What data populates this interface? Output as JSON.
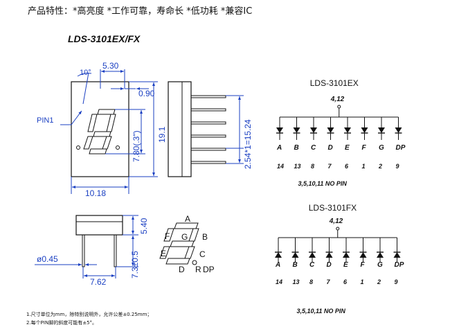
{
  "header": {
    "features": "产品特性：*高亮度 *工作可靠，寿命长 *低功耗 *兼容IC"
  },
  "diagram": {
    "model": "LDS-3101EX/FX",
    "pin1_label": "PIN1",
    "dims": {
      "angle": "10°",
      "digit_width": "5.30",
      "segment_width": "0.90",
      "height": "19.1",
      "digit_height": "7.80(.3\")",
      "width": "10.18",
      "pitch": "2.54*1=15.24",
      "base_height": "5.40",
      "pin_diameter": "ø0.45",
      "pin_length": "7.3±0.5",
      "row_spacing": "7.62"
    },
    "segments": {
      "a": "A",
      "b": "B",
      "c": "C",
      "d": "D",
      "e": "E",
      "f": "F",
      "g": "G",
      "dp": "DP",
      "r": "R"
    },
    "circuits": [
      {
        "name": "LDS-3101EX",
        "common_pins": "4,12",
        "segments": [
          "A",
          "B",
          "C",
          "D",
          "E",
          "F",
          "G",
          "DP"
        ],
        "pins": [
          "14",
          "13",
          "8",
          "7",
          "6",
          "1",
          "2",
          "9"
        ],
        "no_pin": "3,5,10,11 NO PIN"
      },
      {
        "name": "LDS-3101FX",
        "common_pins": "4,12",
        "segments": [
          "A",
          "B",
          "C",
          "D",
          "E",
          "F",
          "G",
          "DP"
        ],
        "pins": [
          "14",
          "13",
          "8",
          "7",
          "6",
          "1",
          "2",
          "9"
        ],
        "no_pin": "3,5,10,11 NO PIN"
      }
    ]
  },
  "notes": [
    "1.尺寸单位为mm，除特别说明外，允许公差±0.25mm；",
    "2.每个PIN脚的斜度可能有±5°。"
  ]
}
